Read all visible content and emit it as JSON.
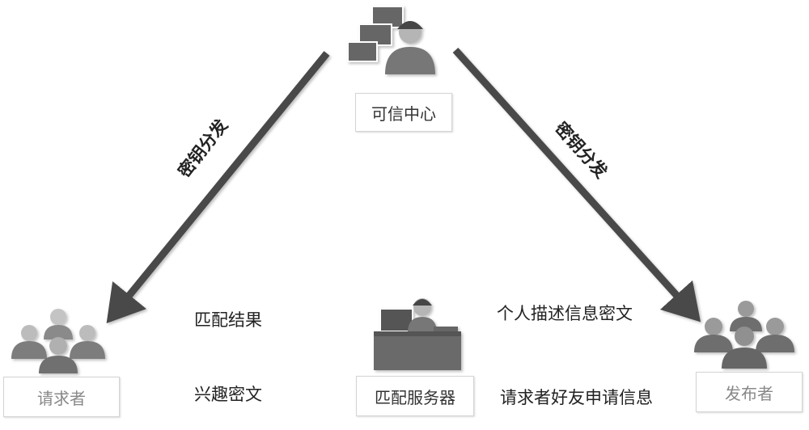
{
  "nodes": {
    "trust_center": "可信中心",
    "requester": "请求者",
    "matching_server": "匹配服务器",
    "publisher": "发布者"
  },
  "edges": {
    "key_distribution_left": "密钥分发",
    "key_distribution_right": "密钥分发",
    "match_result": "匹配结果",
    "interest_ciphertext": "兴趣密文",
    "personal_description_ciphertext": "个人描述信息密文",
    "requester_friend_request_info": "请求者好友申请信息"
  },
  "colors": {
    "arrow": "#4a4a4a",
    "person_body": "#777777",
    "person_head": "#b8b8b8",
    "monitor": "#555555"
  },
  "icons": {
    "trust_center": "person-with-monitors-icon",
    "requester": "group-people-icon",
    "matching_server": "person-at-desk-icon",
    "publisher": "group-people-icon"
  }
}
